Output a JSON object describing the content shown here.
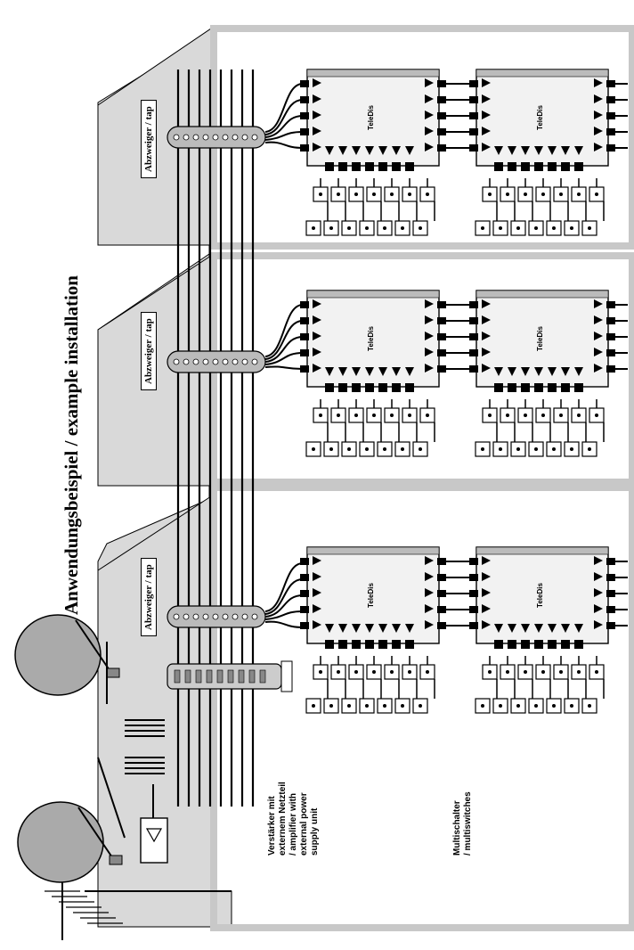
{
  "title": "Anwendungsbeispiel / example installation",
  "tap_labels": [
    "Abzweiger / tap",
    "Abzweiger / tap",
    "Abzweiger / tap"
  ],
  "amplifier_label": "Verstärker mit\nexternem Netzteil\n/ amplifier with\nexternal power\nsupply unit",
  "multiswitch_label": "Multischalter\n/ multiswitches",
  "multiswitch_brand": "TeleDis",
  "colors": {
    "building_fill": "#d9d9d9",
    "line": "#000000",
    "outlet_fill": "#ffffff"
  },
  "icons": [
    "satellite-dish-icon",
    "terrestrial-antenna-icon",
    "power-supply-icon",
    "amplifier-icon",
    "tap-icon",
    "multiswitch-icon",
    "wall-outlet-icon"
  ]
}
